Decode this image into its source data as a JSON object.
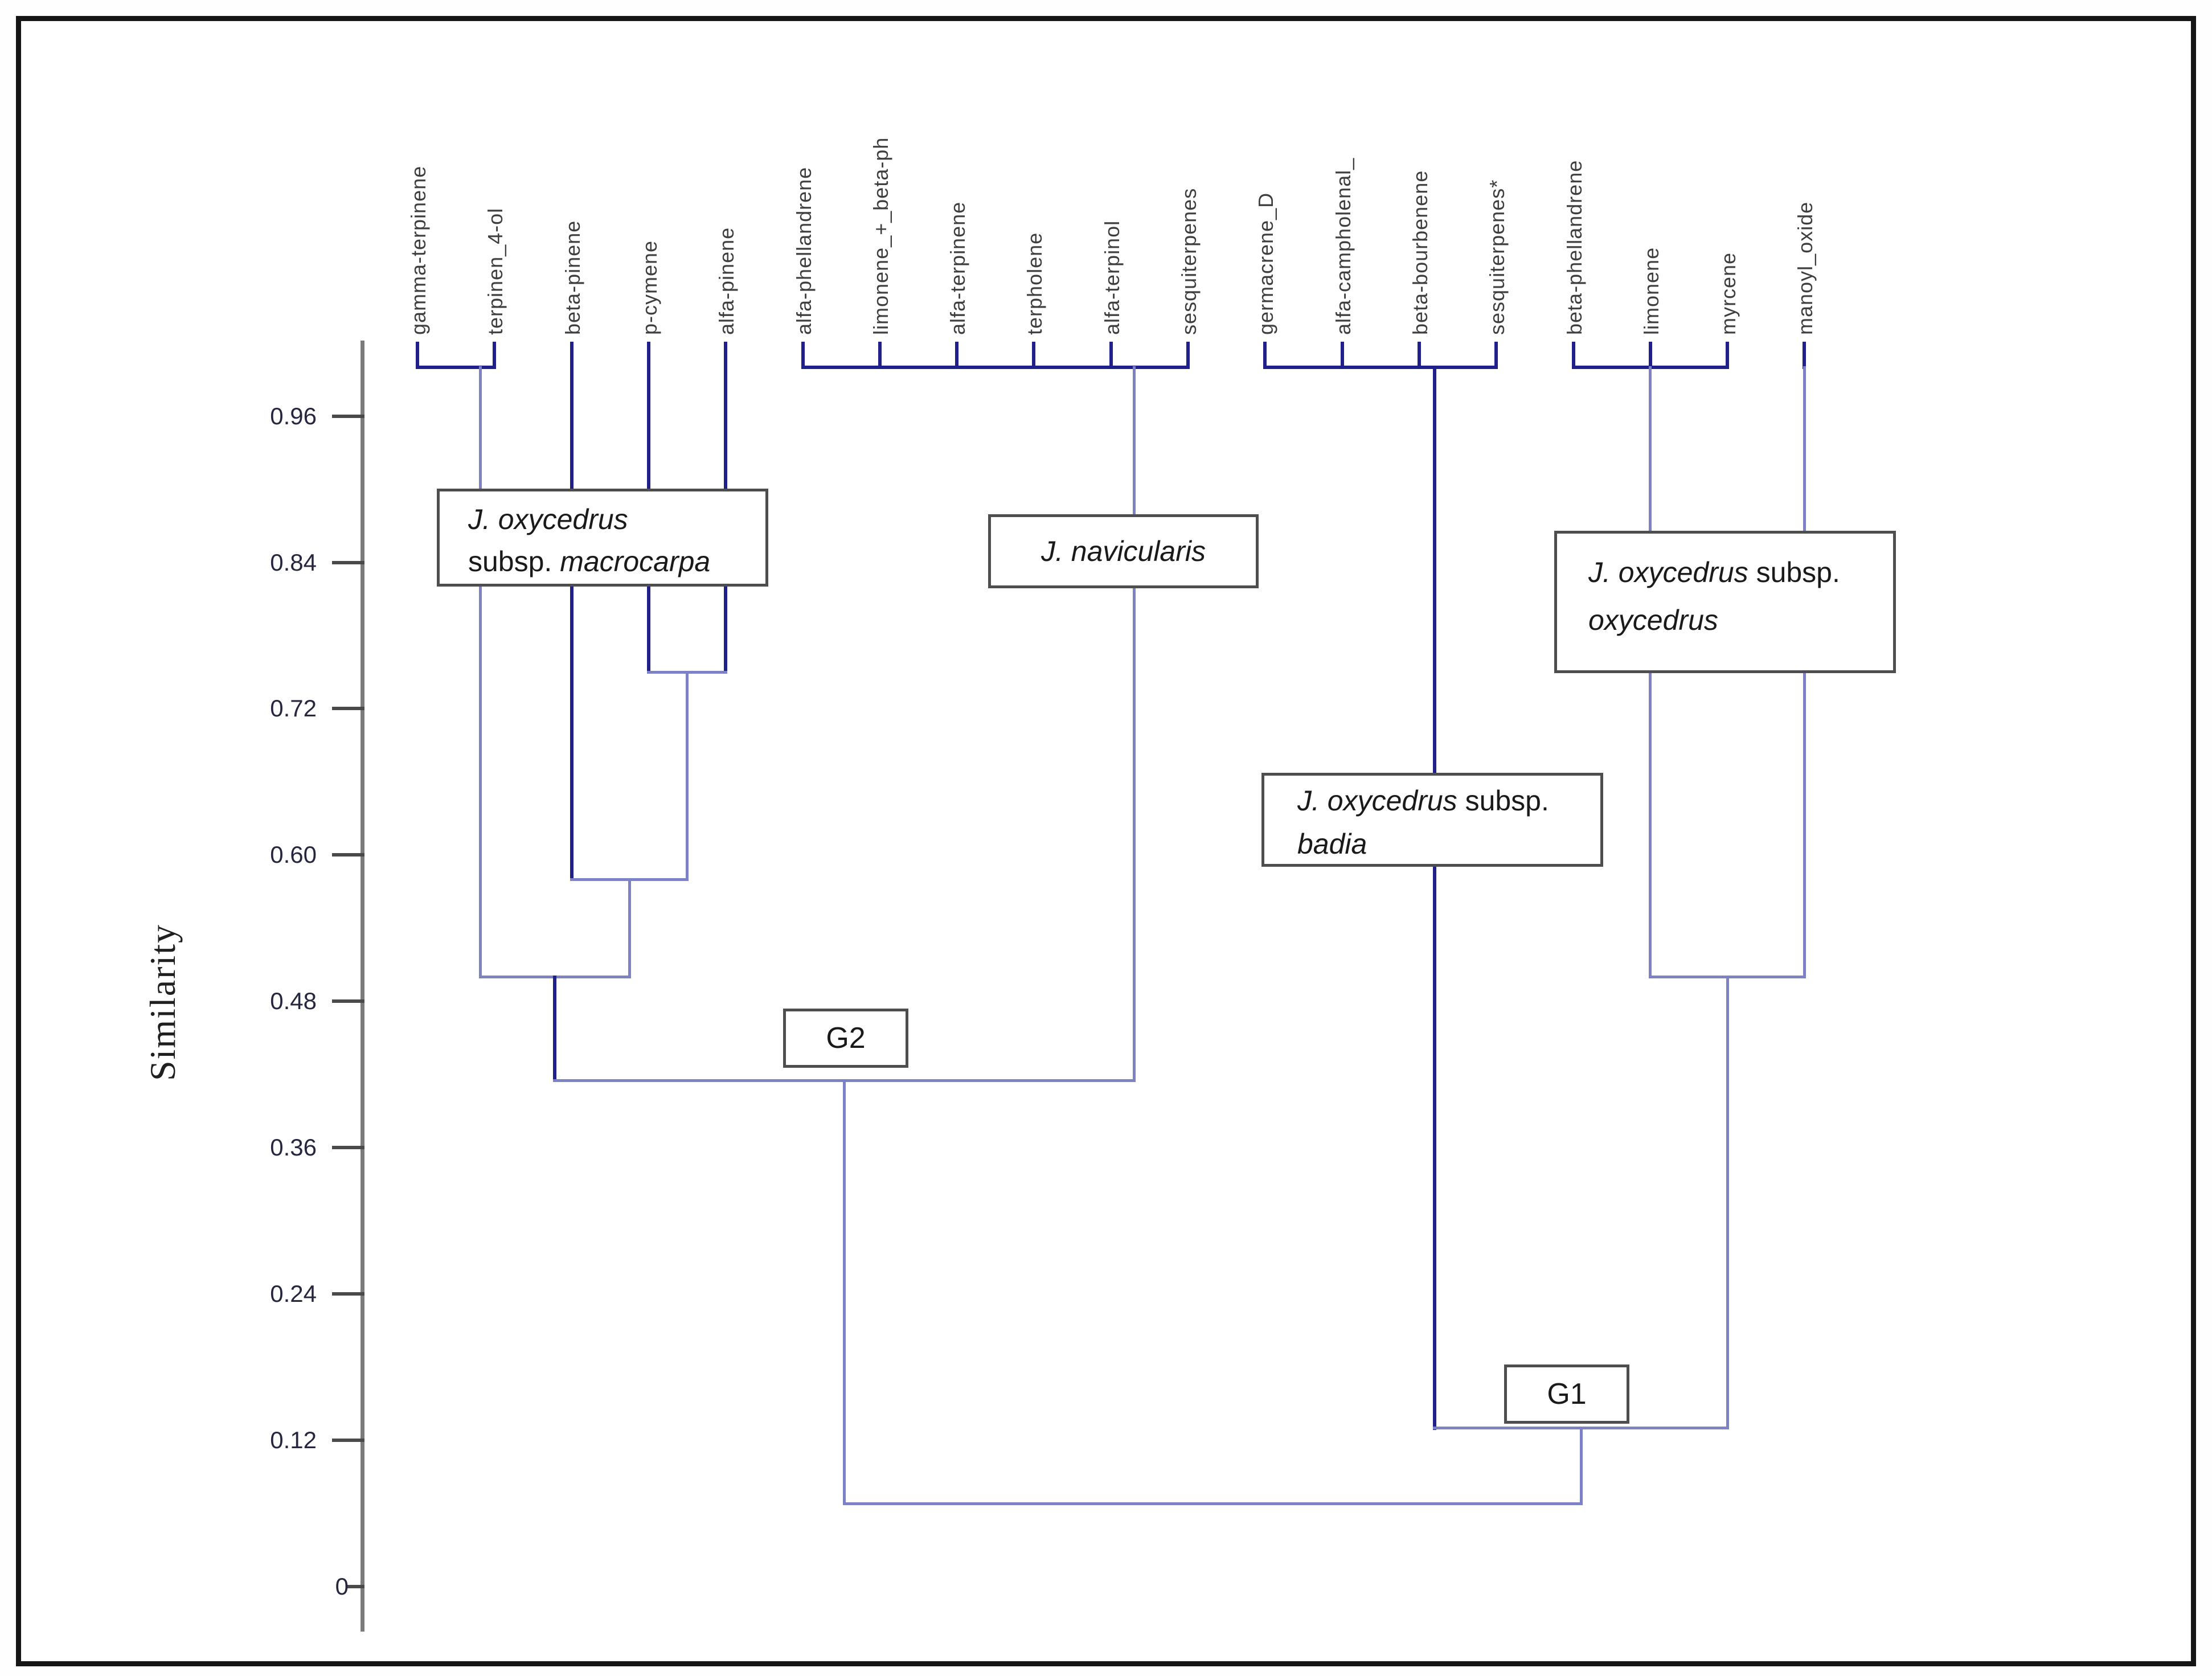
{
  "figure": {
    "description": "UPGMA-style dendrogram of essential-oil compounds grouped by Juniperus taxa",
    "background": "#ffffff"
  },
  "axis": {
    "label": "Similarity",
    "ticks": [
      {
        "v": 0.96,
        "label": "0.96"
      },
      {
        "v": 0.84,
        "label": "0.84"
      },
      {
        "v": 0.72,
        "label": "0.72"
      },
      {
        "v": 0.6,
        "label": "0.60"
      },
      {
        "v": 0.48,
        "label": "0.48"
      },
      {
        "v": 0.36,
        "label": "0.36"
      },
      {
        "v": 0.24,
        "label": "0.24"
      },
      {
        "v": 0.12,
        "label": "0.12"
      },
      {
        "v": 0,
        "label": "0"
      }
    ]
  },
  "annotations": {
    "macrocarpa": {
      "line1": "J. oxycedrus",
      "line2_prefix": "subsp. ",
      "line2_name": "macrocarpa"
    },
    "navicularis": {
      "name": "J. navicularis"
    },
    "oxycedrus": {
      "line1_name": "J. oxycedrus",
      "line1_suffix": " subsp.",
      "line2_name": "oxycedrus"
    },
    "badia": {
      "line1_name": "J. oxycedrus",
      "line1_suffix": " subsp.",
      "line2_name": "badia"
    },
    "g2": "G2",
    "g1": "G1"
  },
  "colors": {
    "line_dark": "#20208a",
    "line_light": "#7d82c4",
    "axis": "#7b7b7b",
    "tick": "#4a4a4a",
    "box_border": "#4e4e4e"
  },
  "chart_data": {
    "type": "dendrogram",
    "title": "",
    "ylabel": "Similarity",
    "ylim": [
      0,
      1.0
    ],
    "yticks": [
      0.96,
      0.84,
      0.72,
      0.6,
      0.48,
      0.36,
      0.24,
      0.12,
      0
    ],
    "legend_position": "none",
    "grid": false,
    "leaves": [
      "gamma-terpinene",
      "terpinen_4-ol",
      "beta-pinene",
      "p-cymene",
      "alfa-pinene",
      "alfa-phellandrene",
      "limonene_+_beta-ph",
      "alfa-terpinene",
      "terpholene",
      "alfa-terpinol",
      "sesquiterpenes",
      "germacrene_D",
      "alfa-campholenal_",
      "beta-bourbenene",
      "sesquiterpenes*",
      "beta-phellandrene",
      "limonene",
      "myrcene",
      "manoyl_oxide"
    ],
    "merges": [
      {
        "members": [
          "gamma-terpinene",
          "terpinen_4-ol"
        ],
        "similarity": 1.0
      },
      {
        "members": [
          "alfa-phellandrene",
          "limonene_+_beta-ph",
          "alfa-terpinene",
          "terpholene",
          "alfa-terpinol",
          "sesquiterpenes"
        ],
        "similarity": 1.0
      },
      {
        "members": [
          "germacrene_D",
          "alfa-campholenal_",
          "beta-bourbenene",
          "sesquiterpenes*"
        ],
        "similarity": 1.0
      },
      {
        "members": [
          "beta-phellandrene",
          "limonene",
          "myrcene"
        ],
        "similarity": 1.0
      },
      {
        "members": [
          "p-cymene",
          "alfa-pinene"
        ],
        "similarity": 0.75
      },
      {
        "members": [
          "beta-pinene",
          "(p-cymene + alfa-pinene)"
        ],
        "similarity": 0.58
      },
      {
        "members": [
          "(gamma-terpinene + terpinen_4-ol)",
          "(beta-pinene + p-cymene + alfa-pinene)"
        ],
        "similarity": 0.5,
        "cluster_label": "J. oxycedrus subsp. macrocarpa"
      },
      {
        "members": [
          "(beta-phellandrene + limonene + myrcene)",
          "manoyl_oxide"
        ],
        "similarity": 0.5,
        "cluster_label": "J. oxycedrus subsp. oxycedrus"
      },
      {
        "members": [
          "macrocarpa cluster",
          "J. navicularis cluster"
        ],
        "similarity": 0.41,
        "cluster_label": "G2"
      },
      {
        "members": [
          "J. oxycedrus subsp. badia cluster",
          "oxycedrus cluster"
        ],
        "similarity": 0.13,
        "cluster_label": "G1"
      },
      {
        "members": [
          "G2",
          "G1"
        ],
        "similarity": 0.07
      }
    ],
    "render_segments": [
      {
        "o": "h",
        "s": 1.0,
        "u1": 1,
        "u2": 2,
        "c": "dark"
      },
      {
        "o": "h",
        "s": 1.0,
        "u1": 6,
        "u2": 11,
        "c": "dark"
      },
      {
        "o": "h",
        "s": 1.0,
        "u1": 12,
        "u2": 15,
        "c": "dark"
      },
      {
        "o": "h",
        "s": 1.0,
        "u1": 16,
        "u2": 18,
        "c": "dark"
      },
      {
        "o": "v",
        "u": 1.82,
        "s1": 1.0,
        "s2": 0.5,
        "c": "light"
      },
      {
        "o": "v",
        "u": 3,
        "s1": 1.0,
        "s2": 0.58,
        "c": "dark"
      },
      {
        "o": "v",
        "u": 4,
        "s1": 1.0,
        "s2": 0.75,
        "c": "dark"
      },
      {
        "o": "v",
        "u": 5,
        "s1": 1.0,
        "s2": 0.75,
        "c": "dark"
      },
      {
        "o": "h",
        "s": 0.75,
        "u1": 4,
        "u2": 5,
        "c": "light"
      },
      {
        "o": "v",
        "u": 4.5,
        "s1": 0.75,
        "s2": 0.58,
        "c": "light"
      },
      {
        "o": "h",
        "s": 0.58,
        "u1": 3,
        "u2": 4.5,
        "c": "light"
      },
      {
        "o": "v",
        "u": 3.75,
        "s1": 0.58,
        "s2": 0.5,
        "c": "light"
      },
      {
        "o": "h",
        "s": 0.5,
        "u1": 1.82,
        "u2": 3.75,
        "c": "light"
      },
      {
        "o": "v",
        "u": 2.78,
        "s1": 0.5,
        "s2": 0.415,
        "c": "dark"
      },
      {
        "o": "v",
        "u": 10.3,
        "s1": 1.0,
        "s2": 0.415,
        "c": "light"
      },
      {
        "o": "h",
        "s": 0.415,
        "u1": 2.78,
        "u2": 10.3,
        "c": "light"
      },
      {
        "o": "v",
        "u": 6.54,
        "s1": 0.415,
        "s2": 0.068,
        "c": "light"
      },
      {
        "o": "v",
        "u": 14.2,
        "s1": 1.0,
        "s2": 0.13,
        "c": "dark"
      },
      {
        "o": "v",
        "u": 17,
        "s1": 1.0,
        "s2": 0.5,
        "c": "light"
      },
      {
        "o": "v",
        "u": 19,
        "s1": 1.0,
        "s2": 0.5,
        "c": "light"
      },
      {
        "o": "h",
        "s": 0.5,
        "u1": 17,
        "u2": 19,
        "c": "light"
      },
      {
        "o": "v",
        "u": 18,
        "s1": 0.5,
        "s2": 0.13,
        "c": "light"
      },
      {
        "o": "h",
        "s": 0.13,
        "u1": 14.2,
        "u2": 18,
        "c": "light"
      },
      {
        "o": "v",
        "u": 16.1,
        "s1": 0.13,
        "s2": 0.068,
        "c": "light"
      },
      {
        "o": "h",
        "s": 0.068,
        "u1": 6.54,
        "u2": 16.1,
        "c": "light"
      }
    ]
  }
}
